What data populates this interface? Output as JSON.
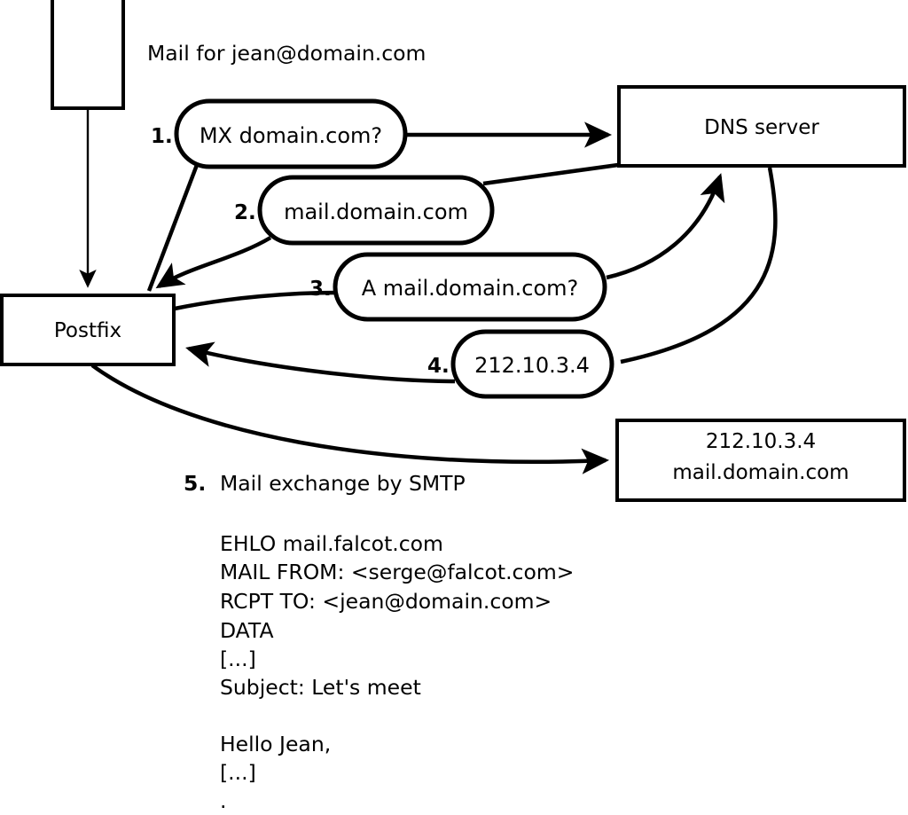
{
  "diagram": {
    "title_note": "Mail for jean@domain.com",
    "nodes": [
      {
        "id": "source",
        "label": ""
      },
      {
        "id": "postfix",
        "label": "Postfix"
      },
      {
        "id": "dns",
        "label": "DNS server"
      },
      {
        "id": "target",
        "line1": "212.10.3.4",
        "line2": "mail.domain.com"
      }
    ],
    "steps": [
      {
        "num": "1.",
        "label": "MX domain.com?"
      },
      {
        "num": "2.",
        "label": "mail.domain.com"
      },
      {
        "num": "3.",
        "label": "A mail.domain.com?"
      },
      {
        "num": "4.",
        "label": "212.10.3.4"
      }
    ],
    "step5": {
      "num": "5.",
      "label": "Mail exchange by SMTP"
    },
    "transcript": [
      "EHLO mail.falcot.com",
      "MAIL FROM: <serge@falcot.com>",
      "RCPT TO: <jean@domain.com>",
      "DATA",
      "[...]",
      "Subject: Let's meet",
      "",
      "Hello Jean,",
      "[...]",
      "."
    ],
    "colors": {
      "stroke": "#000000",
      "fill": "#ffffff",
      "text": "#000000"
    }
  }
}
